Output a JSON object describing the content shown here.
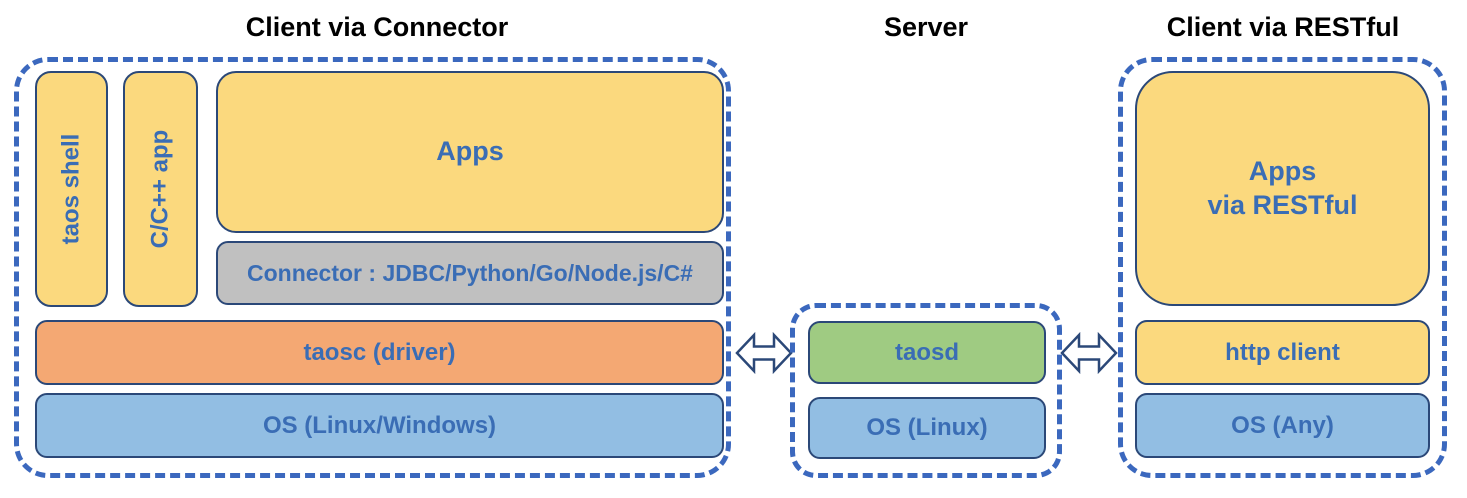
{
  "diagram": {
    "sections": {
      "connector": {
        "title": "Client via Connector",
        "taos_shell": "taos shell",
        "cpp_app": "C/C++ app",
        "apps": "Apps",
        "connector": "Connector : JDBC/Python/Go/Node.js/C#",
        "taosc": "taosc (driver)",
        "os": "OS (Linux/Windows)"
      },
      "server": {
        "title": "Server",
        "taosd": "taosd",
        "os": "OS (Linux)"
      },
      "restful": {
        "title": "Client via RESTful",
        "apps_line1": "Apps",
        "apps_line2": "via RESTful",
        "http_client": "http client",
        "os": "OS (Any)"
      }
    },
    "colors": {
      "yellow_box": "#FBD97E",
      "gray_box": "#C0C0C0",
      "orange_box": "#F4A873",
      "blue_box": "#92BEE3",
      "green_box": "#9FCB82",
      "dashed_border": "#3B68BE",
      "box_border": "#2B4878",
      "box_text": "#3A6DB5",
      "title_text": "#000000"
    }
  }
}
